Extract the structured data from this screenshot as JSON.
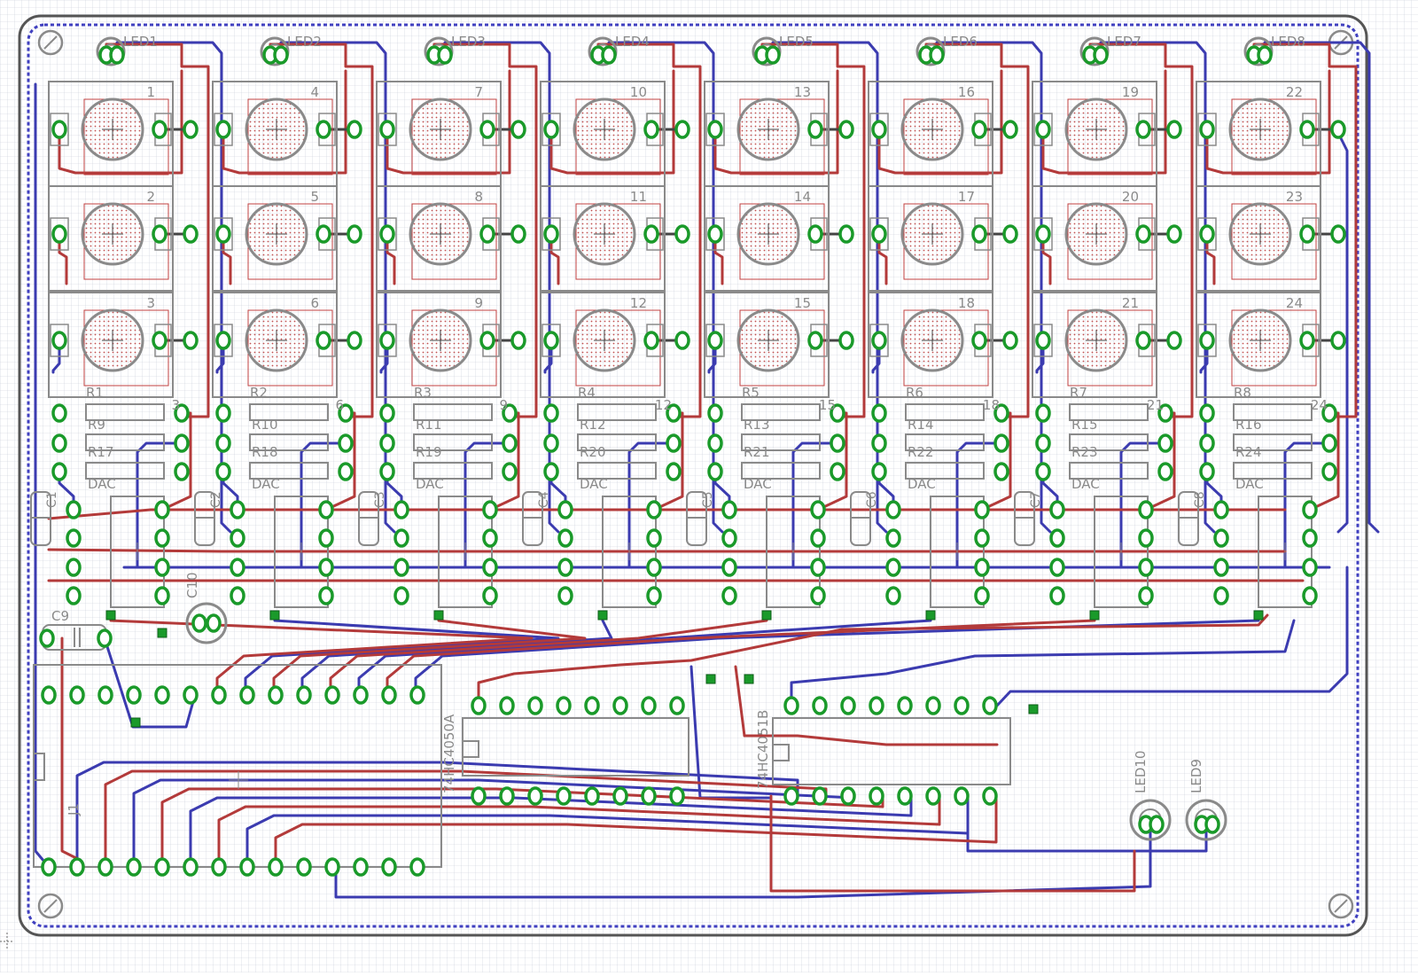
{
  "colors": {
    "grid": "#c8cdd8",
    "outline": "#555555",
    "silk": "#8a8a8a",
    "top_copper": "#b33a3a",
    "bottom_copper": "#3b3bb0",
    "pad": "#1a9a2a",
    "via": "#1a9a2a",
    "pot_fill": "#f4d9d9",
    "ground_pour": "#4040c0"
  },
  "led_labels": [
    "LED1",
    "LED2",
    "LED3",
    "LED4",
    "LED5",
    "LED6",
    "LED7",
    "LED8"
  ],
  "pot_numbers": [
    [
      "",
      "1",
      "2",
      "3"
    ],
    [
      "",
      "4",
      "5",
      "6"
    ],
    [
      "",
      "7",
      "8",
      "9"
    ],
    [
      "",
      "10",
      "11",
      "12"
    ],
    [
      "",
      "13",
      "14",
      "15"
    ],
    [
      "",
      "16",
      "17",
      "18"
    ],
    [
      "",
      "19",
      "20",
      "21"
    ],
    [
      "",
      "22",
      "23",
      "24"
    ]
  ],
  "resistor_top_labels": [
    "R1",
    "R2",
    "R3",
    "R4",
    "R5",
    "R6",
    "R7",
    "R8"
  ],
  "resistor_second_labels": [
    "R9",
    "R10",
    "R11",
    "R12",
    "R13",
    "R14",
    "R15",
    "R16"
  ],
  "resistor_third_labels": [
    "R17",
    "R18",
    "R19",
    "R20",
    "R21",
    "R22",
    "R23",
    "R24"
  ],
  "dac_label": "DAC",
  "cap_labels": [
    "C1",
    "C2",
    "C3",
    "C4",
    "C5",
    "C6",
    "C7",
    "C8"
  ],
  "c9_label": "C9",
  "c10_label": "C10",
  "ic1_label": "74HC4050A",
  "ic2_label": "74HC4051B",
  "led_extra": [
    "LED10",
    "LED9"
  ],
  "connector_label": "J1"
}
